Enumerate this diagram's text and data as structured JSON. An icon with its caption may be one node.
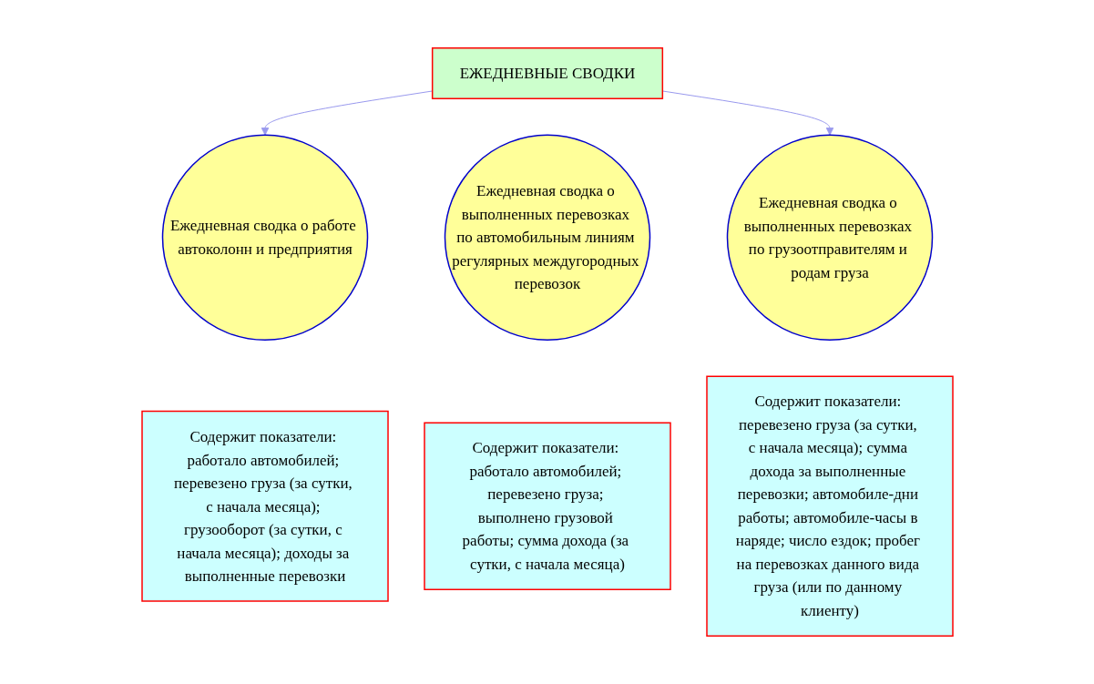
{
  "diagram": {
    "nodes": [
      {
        "text": [
          "ЕЖЕДНЕВНЫЕ СВОДКИ"
        ]
      },
      {
        "text": [
          "Ежедневная сводка о работе автоколонн и предприятия"
        ]
      },
      {
        "text": [
          "Ежедневная сводка о выполненных перевозках по автомобильным линиям регулярных междугородных перевозок"
        ]
      },
      {
        "text": [
          "Ежедневная сводка о выполненных перевозках по грузоотправителям и родам груза"
        ]
      },
      {
        "text": [
          "Содержит показатели: работало автомобилей; перевезено груза (за сутки, с начала месяца); грузооборот (за сутки, с начала месяца); доходы за выполненные перевозки"
        ]
      },
      {
        "text": [
          "Содержит показатели: работало автомобилей; перевезено груза; выполнено грузовой работы; сумма дохода (за сутки, с начала месяца)"
        ]
      },
      {
        "text": [
          "Содержит показатели: перевезено груза (за сутки, с начала месяца); сумма дохода за выполненные перевозки; автомобиле-дни работы; автомобиле-часы в наряде; число ездок; пробег на перевозках данного вида груза (или по данному клиенту)"
        ]
      }
    ],
    "edges": [
      {
        "from": 0,
        "to": 1,
        "arrow": "to"
      },
      {
        "from": 0,
        "to": 3,
        "arrow": "to"
      }
    ]
  }
}
